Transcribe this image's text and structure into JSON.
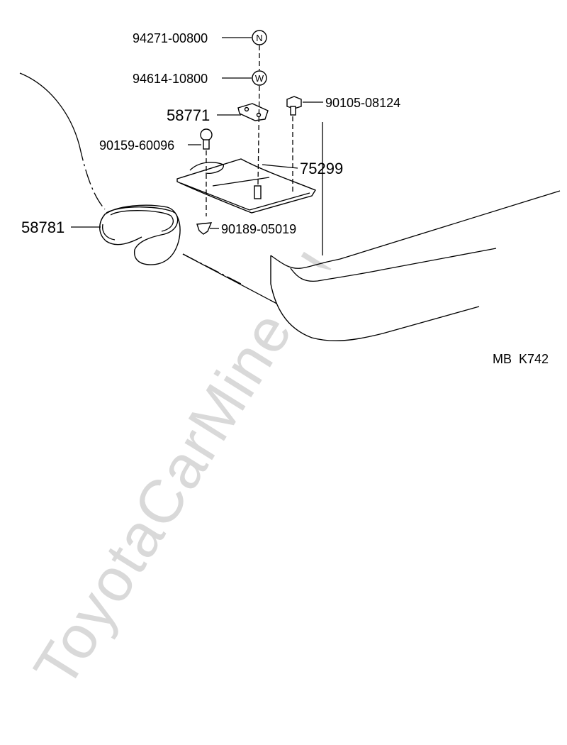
{
  "watermark": "ToyotaCarMine.ru",
  "diagram_code": "MB  K742",
  "parts": {
    "nut": {
      "number": "94271-00800",
      "symbol": "N"
    },
    "washer": {
      "number": "94614-10800",
      "symbol": "W"
    },
    "bracket": {
      "number": "58771"
    },
    "bolt_right": {
      "number": "90105-08124"
    },
    "screw_left": {
      "number": "90159-60096"
    },
    "cover_plate": {
      "number": "75299"
    },
    "weatherstrip": {
      "number": "58781"
    },
    "clip": {
      "number": "90189-05019"
    }
  }
}
